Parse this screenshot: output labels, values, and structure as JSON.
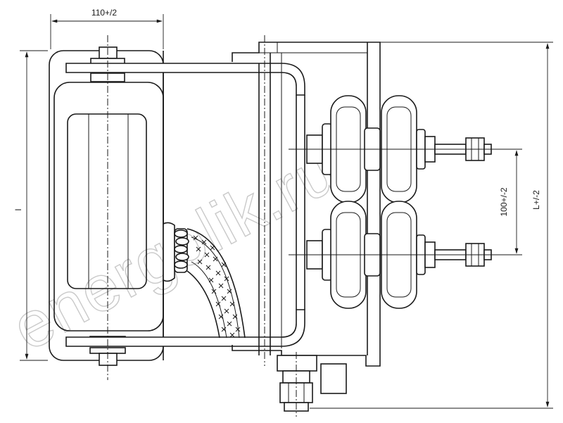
{
  "dimensions": {
    "width_top": "110+/2",
    "height_left": "l",
    "spacing_right": "100+/-2",
    "height_right": "L+/-2"
  },
  "watermark": "energolik.ru",
  "colors": {
    "line": "#1a1a1a",
    "watermark": "#c9c9c9",
    "background": "#ffffff"
  }
}
